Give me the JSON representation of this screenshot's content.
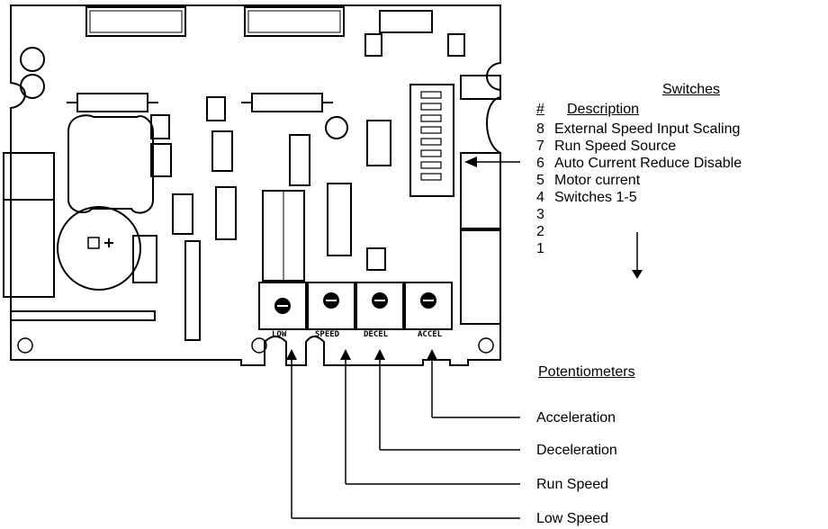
{
  "switches": {
    "title": "Switches",
    "col_num": "#",
    "col_desc": "Description",
    "rows": [
      {
        "num": "8",
        "desc": "External Speed Input Scaling"
      },
      {
        "num": "7",
        "desc": "Run Speed Source"
      },
      {
        "num": "6",
        "desc": "Auto Current Reduce Disable"
      },
      {
        "num": "5",
        "desc": "Motor current"
      },
      {
        "num": "4",
        "desc": "Switches 1-5"
      },
      {
        "num": "3",
        "desc": ""
      },
      {
        "num": "2",
        "desc": ""
      },
      {
        "num": "1",
        "desc": ""
      }
    ]
  },
  "potentiometers": {
    "title": "Potentiometers",
    "labels": [
      "Acceleration",
      "Deceleration",
      "Run Speed",
      "Low Speed"
    ]
  },
  "board": {
    "pot_labels": [
      "LOW",
      "SPEED",
      "DECEL",
      "ACCEL"
    ]
  }
}
